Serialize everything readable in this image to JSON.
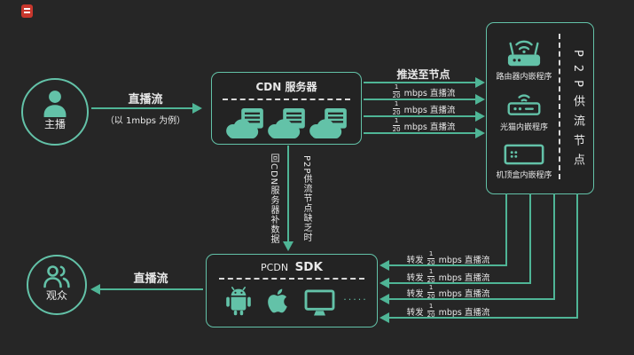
{
  "colors": {
    "background": "#262626",
    "accent_teal": "#63C2A8",
    "arrow_teal": "#4FB596",
    "text": "#E9E9E9",
    "logo_red": "#C8372D"
  },
  "icons": {
    "logo": "red-logo-icon",
    "broadcaster": "person-icon",
    "audience": "people-icon",
    "cdn_server": "cloud-server-icon",
    "router": "router-icon",
    "modem": "modem-icon",
    "set_top_box": "stb-icon",
    "android": "android-icon",
    "apple": "apple-icon",
    "monitor": "monitor-icon"
  },
  "broadcaster": {
    "label": "主播"
  },
  "source_stream": {
    "label": "直播流",
    "note": "（以 1mbps 为例）"
  },
  "cdn": {
    "title": "CDN 服务器"
  },
  "push": {
    "label": "推送至节点",
    "rate": {
      "numerator": "1",
      "denominator": "20",
      "unit": "mbps 直播流"
    }
  },
  "p2p": {
    "title_vertical": "P2P供流节点",
    "nodes": [
      "路由器内嵌程序",
      "光猫内嵌程序",
      "机顶盒内嵌程序"
    ]
  },
  "fallback": {
    "left_vertical": "回CDN服务器补数据",
    "right_vertical": "P2P供流节点缺乏时"
  },
  "sdk": {
    "title_prefix": "PCDN",
    "title_main": "SDK",
    "ellipsis": "·····"
  },
  "forward": {
    "label": "转发",
    "count": 4,
    "rate": {
      "numerator": "1",
      "denominator": "20",
      "unit": "mbps 直播流"
    }
  },
  "viewer_stream": {
    "label": "直播流"
  },
  "audience": {
    "label": "观众"
  }
}
